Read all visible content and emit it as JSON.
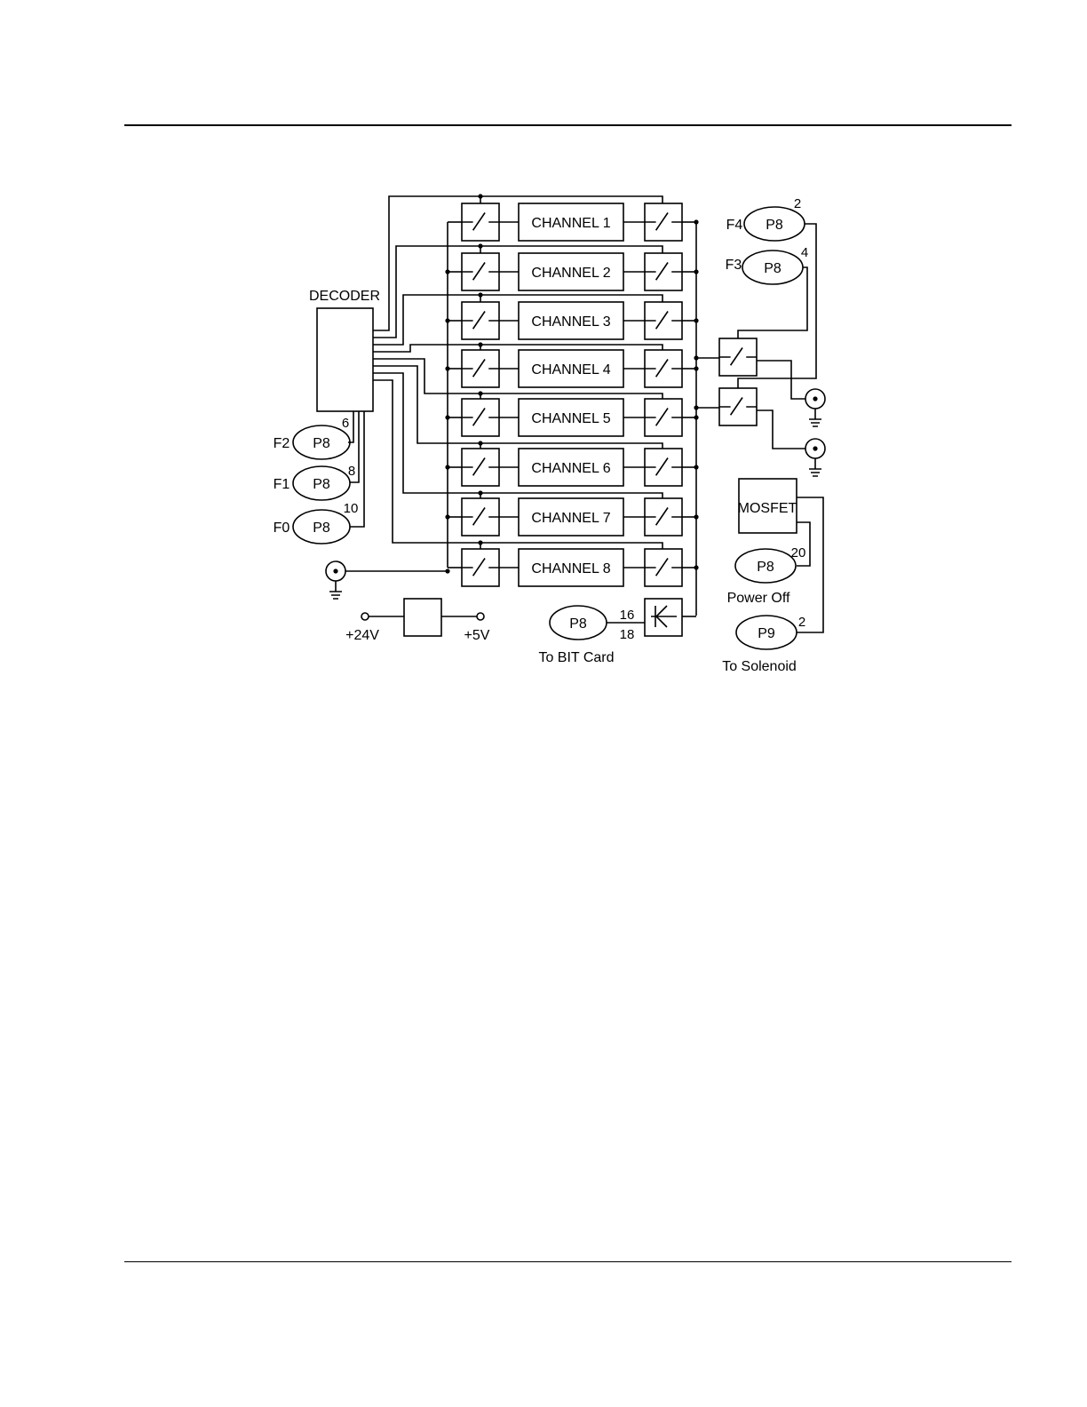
{
  "diagram": {
    "decoder_label": "DECODER",
    "channels": [
      "CHANNEL 1",
      "CHANNEL 2",
      "CHANNEL 3",
      "CHANNEL 4",
      "CHANNEL 5",
      "CHANNEL 6",
      "CHANNEL 7",
      "CHANNEL 8"
    ],
    "left_connectors": [
      {
        "signal": "F2",
        "connector": "P8",
        "pin": "6"
      },
      {
        "signal": "F1",
        "connector": "P8",
        "pin": "8"
      },
      {
        "signal": "F0",
        "connector": "P8",
        "pin": "10"
      }
    ],
    "right_connectors": [
      {
        "signal": "F4",
        "connector": "P8",
        "pin": "2"
      },
      {
        "signal": "F3",
        "connector": "P8",
        "pin": "4"
      }
    ],
    "mosfet_label": "MOSFET",
    "power_off": {
      "connector": "P8",
      "pin": "20",
      "caption": "Power Off"
    },
    "solenoid": {
      "connector": "P9",
      "pin": "2",
      "caption": "To Solenoid"
    },
    "bit_card": {
      "connector": "P8",
      "pins": [
        "16",
        "18"
      ],
      "caption": "To BIT Card"
    },
    "regulator": {
      "input": "+24V",
      "output": "+5V"
    },
    "icons": [
      "ground-icon",
      "coax-connector-icon",
      "switch-icon",
      "diode-icon"
    ]
  }
}
